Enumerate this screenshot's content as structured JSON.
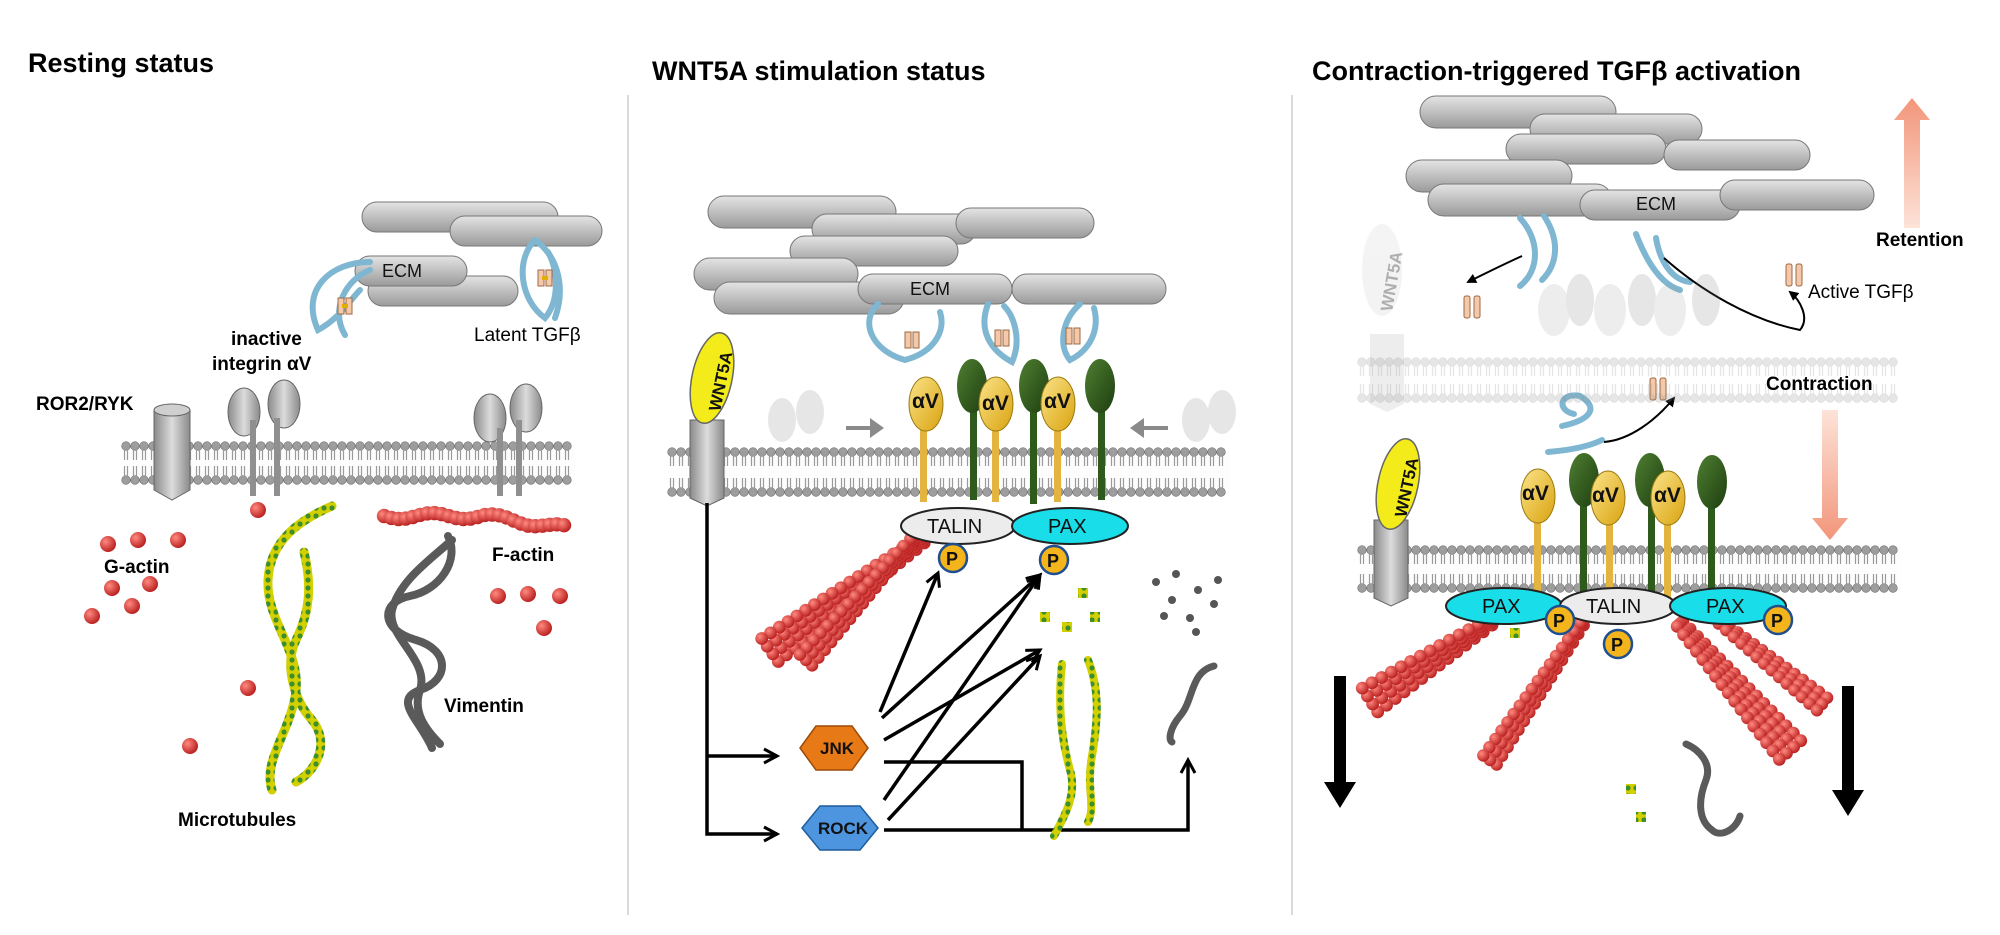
{
  "panels": {
    "resting": {
      "title": "Resting status",
      "ecm": "ECM",
      "latent": "Latent TGFβ",
      "inactive_integrin_1": "inactive",
      "inactive_integrin_2": "integrin αV",
      "receptor": "ROR2/RYK",
      "g_actin": "G-actin",
      "f_actin": "F-actin",
      "vimentin": "Vimentin",
      "microtubules": "Microtubules"
    },
    "wnt5a": {
      "title": "WNT5A stimulation status",
      "ecm": "ECM",
      "wnt5a": "WNT5A",
      "av": "αV",
      "talin": "TALIN",
      "pax": "PAX",
      "p": "P",
      "jnk": "JNK",
      "rock": "ROCK"
    },
    "contraction": {
      "title": "Contraction-triggered TGFβ activation",
      "ecm": "ECM",
      "wnt5a": "WNT5A",
      "av": "αV",
      "retention": "Retention",
      "active_tgfb": "Active TGFβ",
      "contraction": "Contraction",
      "pax": "PAX",
      "talin": "TALIN",
      "p": "P"
    }
  },
  "colors": {
    "ecm_gray": "#b7b7b7",
    "actin_red": "#cc2a22",
    "integrin_yellow": "#f2c332",
    "integrin_green": "#2e5a1c",
    "pax_cyan": "#19dde8",
    "talin_light": "#ececec",
    "p_orange": "#f3b51b",
    "jnk_orange": "#e77917",
    "rock_blue": "#4e95df",
    "wnt5a_yellow": "#f4ec1a",
    "arrow_salmon": "#f6b29b",
    "tgfb_blue": "#79b7d4"
  }
}
